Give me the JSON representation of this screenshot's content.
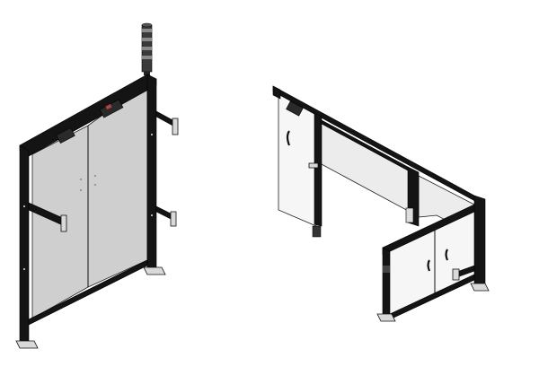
{
  "scene": {
    "background": "#ffffff",
    "frame_color": "#141414",
    "panel_colors": {
      "gray": "#cfcfcf",
      "light": "#ececec",
      "clear": "#f6f6f6"
    },
    "left_assembly": {
      "name": "straight-wall-with-sliding-doors",
      "parts": [
        "frame",
        "left-door-panel",
        "right-door-panel",
        "signal-tower",
        "door-actuators",
        "mounting-arms",
        "floor-feet"
      ]
    },
    "right_assembly": {
      "name": "u-shaped-enclosure-with-swing-doors",
      "parts": [
        "frame",
        "back-panel",
        "side-panel",
        "front-door-left",
        "front-door-right",
        "door-handles",
        "floor-feet"
      ]
    }
  }
}
